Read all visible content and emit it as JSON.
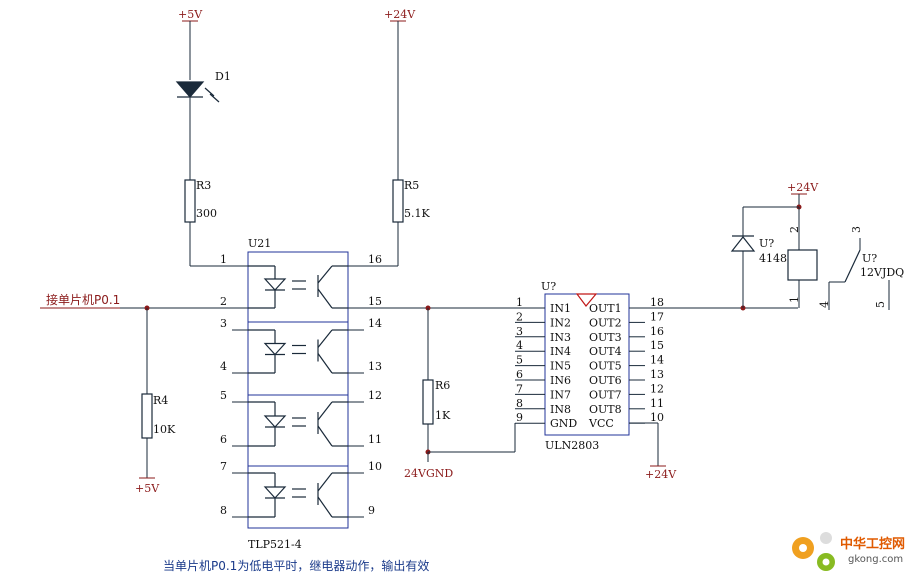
{
  "power": {
    "p5v_top": "+5V",
    "p24v_top": "+24V",
    "p5v_bottom": "+5V",
    "p24v_relay": "+24V",
    "p24v_uln": "+24V",
    "gnd24": "24VGND"
  },
  "led": {
    "ref": "D1"
  },
  "r3": {
    "ref": "R3",
    "value": "300"
  },
  "r5": {
    "ref": "R5",
    "value": "5.1K"
  },
  "r4": {
    "ref": "R4",
    "value": "10K"
  },
  "r6": {
    "ref": "R6",
    "value": "1K"
  },
  "opto": {
    "ref": "U21",
    "part": "TLP521-4",
    "left_pins": [
      "1",
      "2",
      "3",
      "4",
      "5",
      "6",
      "7",
      "8"
    ],
    "right_pins": [
      "16",
      "15",
      "14",
      "13",
      "12",
      "11",
      "10",
      "9"
    ]
  },
  "input_net": "接单片机P0.1",
  "uln": {
    "ref": "U?",
    "part": "ULN2803",
    "in_pins": [
      "1",
      "2",
      "3",
      "4",
      "5",
      "6",
      "7",
      "8",
      "9"
    ],
    "in_names": [
      "IN1",
      "IN2",
      "IN3",
      "IN4",
      "IN5",
      "IN6",
      "IN7",
      "IN8",
      "GND"
    ],
    "out_names": [
      "OUT1",
      "OUT2",
      "OUT3",
      "OUT4",
      "OUT5",
      "OUT6",
      "OUT7",
      "OUT8",
      "VCC"
    ],
    "out_pins": [
      "18",
      "17",
      "16",
      "15",
      "14",
      "13",
      "12",
      "11",
      "10"
    ]
  },
  "diode": {
    "ref": "U?",
    "value": "4148"
  },
  "relay": {
    "ref": "U?",
    "part": "12VJDQ",
    "coil_pins": [
      "2",
      "1"
    ],
    "contact_pins": [
      "3",
      "4",
      "5"
    ]
  },
  "note": "当单片机P0.1为低电平时，继电器动作，输出有效",
  "watermark": {
    "title": "中华工控网",
    "url": "gkong.com"
  }
}
